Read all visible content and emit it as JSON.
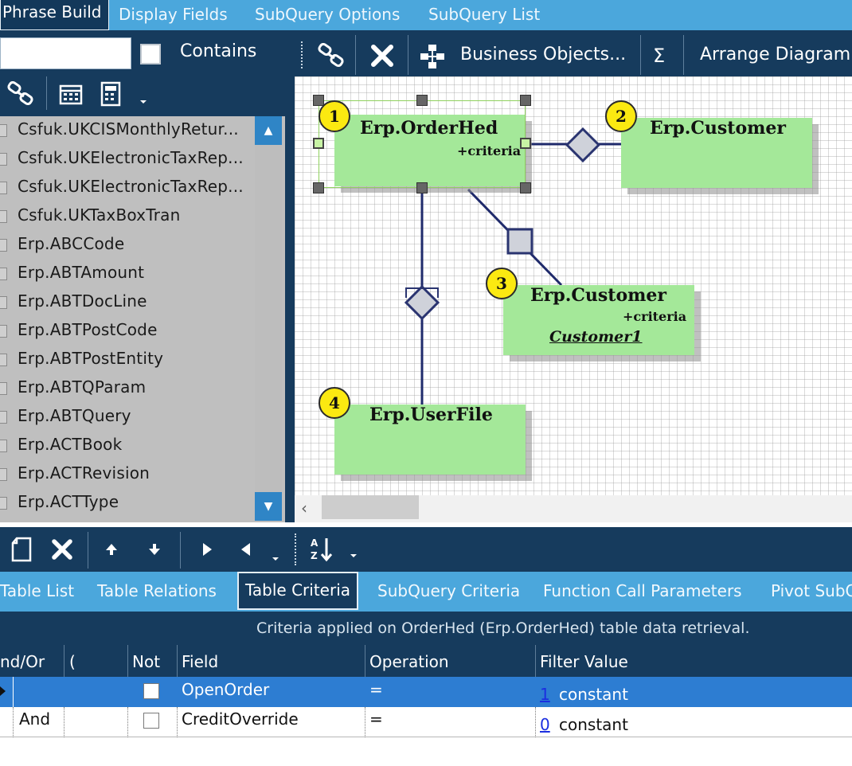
{
  "top_tabs": [
    "Phrase Build",
    "Display Fields",
    "SubQuery Options",
    "SubQuery List"
  ],
  "filter": {
    "search_value": "",
    "contains_label": "Contains"
  },
  "diagram_toolbar": {
    "business_objects_label": "Business Objects...",
    "sum_symbol": "Σ",
    "arrange_label": "Arrange Diagram"
  },
  "table_list": [
    "Csfuk.UKCISMonthlyRetur...",
    "Csfuk.UKElectronicTaxRep...",
    "Csfuk.UKElectronicTaxRep...",
    "Csfuk.UKTaxBoxTran",
    "Erp.ABCCode",
    "Erp.ABTAmount",
    "Erp.ABTDocLine",
    "Erp.ABTPostCode",
    "Erp.ABTPostEntity",
    "Erp.ABTQParam",
    "Erp.ABTQuery",
    "Erp.ACTBook",
    "Erp.ACTRevision",
    "Erp.ACTType"
  ],
  "diagram": {
    "entities": [
      {
        "num": "1",
        "name": "Erp.OrderHed",
        "sub": "+criteria",
        "alias": ""
      },
      {
        "num": "2",
        "name": "Erp.Customer",
        "sub": "",
        "alias": ""
      },
      {
        "num": "3",
        "name": "Erp.Customer",
        "sub": "+criteria",
        "alias": "Customer1"
      },
      {
        "num": "4",
        "name": "Erp.UserFile",
        "sub": "",
        "alias": ""
      }
    ]
  },
  "lower_tabs": [
    "Table List",
    "Table Relations",
    "Table Criteria",
    "SubQuery Criteria",
    "Function Call Parameters",
    "Pivot SubQ"
  ],
  "criteria_note": "Criteria applied on OrderHed (Erp.OrderHed)  table data retrieval.",
  "grid": {
    "columns": [
      "nd/Or",
      "(",
      "Not",
      "Field",
      "Operation",
      "Filter Value"
    ],
    "rows": [
      {
        "andor": "",
        "paren": "",
        "not": false,
        "field": "OpenOrder",
        "operation": "=",
        "value_link": "1",
        "value_type": "constant",
        "selected": true
      },
      {
        "andor": "And",
        "paren": "",
        "not": false,
        "field": "CreditOverride",
        "operation": "=",
        "value_link": "0",
        "value_type": "constant",
        "selected": false
      }
    ]
  },
  "colors": {
    "dark": "#163b5d",
    "tab_blue": "#4ba7dc",
    "selection": "#2d7dd2",
    "entity_green": "#a4e899",
    "badge_yellow": "#fbe911"
  }
}
